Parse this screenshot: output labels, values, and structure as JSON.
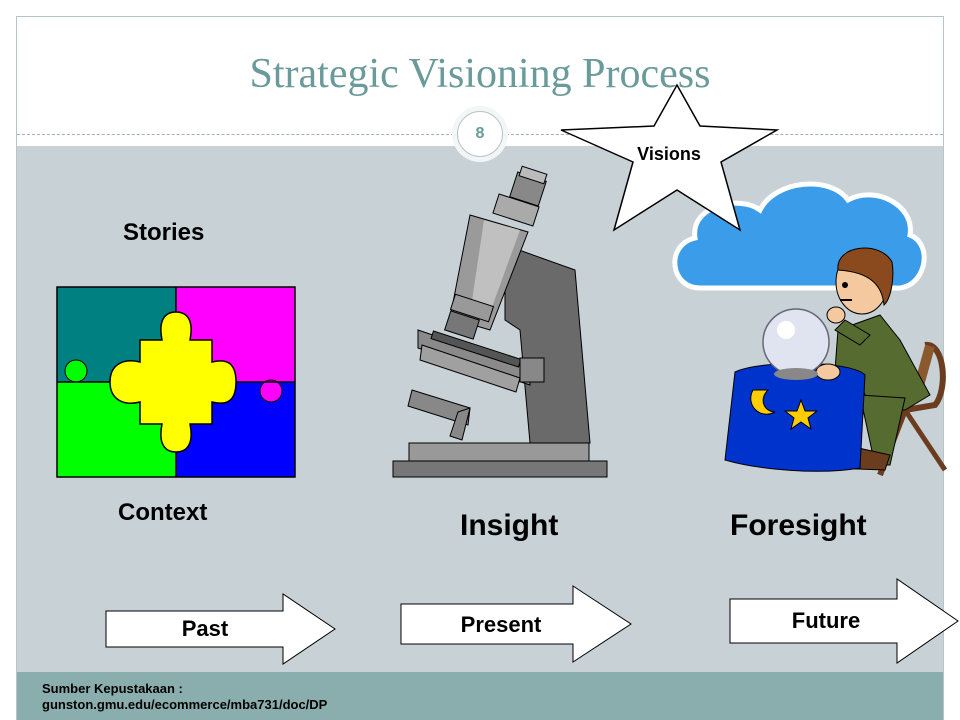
{
  "slide": {
    "title": "Strategic Visioning Process",
    "page_number": "8",
    "labels": {
      "stories": "Stories",
      "context": "Context",
      "insight": "Insight",
      "foresight": "Foresight",
      "visions": "Visions"
    },
    "arrows": {
      "past": "Past",
      "present": "Present",
      "future": "Future"
    },
    "footer": {
      "source_line1": "Sumber Kepustakaan :",
      "source_line2": "gunston.gmu.edu/ecommerce/mba731/doc/DP"
    }
  },
  "colors": {
    "title": "#6a9a9a",
    "content_background": "#c7d1d6",
    "footer_background": "#8aaeae",
    "puzzle": [
      "#008080",
      "#ff00ff",
      "#00ff00",
      "#0000ff",
      "#ffff00"
    ],
    "cloud": "#3b9dea",
    "tablecloth": "#0033cc"
  },
  "icons": [
    "puzzle-icon",
    "microscope-icon",
    "fortune-teller-icon",
    "cloud-icon",
    "star-shape"
  ]
}
